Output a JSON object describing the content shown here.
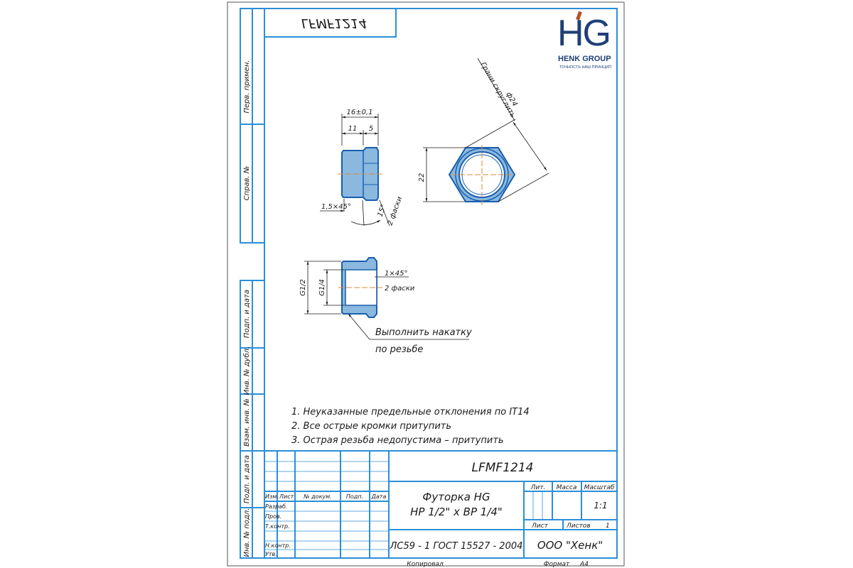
{
  "drawing_code_mirrored": "LFMF1214",
  "logo": {
    "letters": "HG",
    "company": "HENK GROUP",
    "tagline": "ТОЧНОСТЬ НАШ ПРИНЦИП",
    "colors": {
      "letters": "#1f3f78",
      "accent": "#b5512b"
    }
  },
  "side_stamps": {
    "perv_primen": "Перв. примен.",
    "sprav_no": "Справ. №",
    "podp_data_1": "Подп. и дата",
    "inv_dubl": "Инв. № дубл.",
    "vzam_inv": "Взам. инв. №",
    "podp_data_2": "Подп. и дата",
    "inv_podl": "Инв. № подл."
  },
  "dimensions": {
    "overall_length": "16±0,1",
    "len_11": "11",
    "len_5": "5",
    "chamfer_1": "1,5×45°",
    "angle_15": "15°",
    "two_chamfers_a": "2 фаски",
    "height_22": "22",
    "dia_24": "ф24",
    "mark_circle": "Грани скруглить",
    "thread_major": "G1/2",
    "thread_minor": "G1/4",
    "chamfer_2": "1×45°",
    "two_chamfers_b": "2 фаски",
    "knurl_1": "Выполнить накатку",
    "knurl_2": "по резьбе"
  },
  "notes": [
    "1. Неуказанные предельные отклонения по IT14",
    "2. Все острые кромки притупить",
    "3. Острая резьба недопустима – притупить"
  ],
  "title_block": {
    "designation": "LFMF1214",
    "name_1": "Футорка HG",
    "name_2": "НР 1/2\" х ВР 1/4\"",
    "material": "ЛС59 - 1 ГОСТ 15527 - 2004",
    "company": "ООО \"Хенк\"",
    "lit": "Лит.",
    "massa": "Масса",
    "masshtab": "Масштаб",
    "scale_value": "1:1",
    "list": "Лист",
    "listov": "Листов",
    "listov_value": "1",
    "izm": "Изм.",
    "list_col": "Лист",
    "doc_no": "№ докум.",
    "podp": "Подп.",
    "data": "Дата",
    "razrab": "Разраб.",
    "prov": "Пров.",
    "tkontr": "Т.контр.",
    "nkontr": "Н.контр.",
    "utv": "Утв.",
    "kopiroval": "Копировал",
    "format": "Формат",
    "format_value": "А4"
  },
  "colors": {
    "frame": "#2b8fd8",
    "part_fill": "#8ab8de",
    "part_stroke": "#1a5fae",
    "axis": "#d98b3a"
  }
}
